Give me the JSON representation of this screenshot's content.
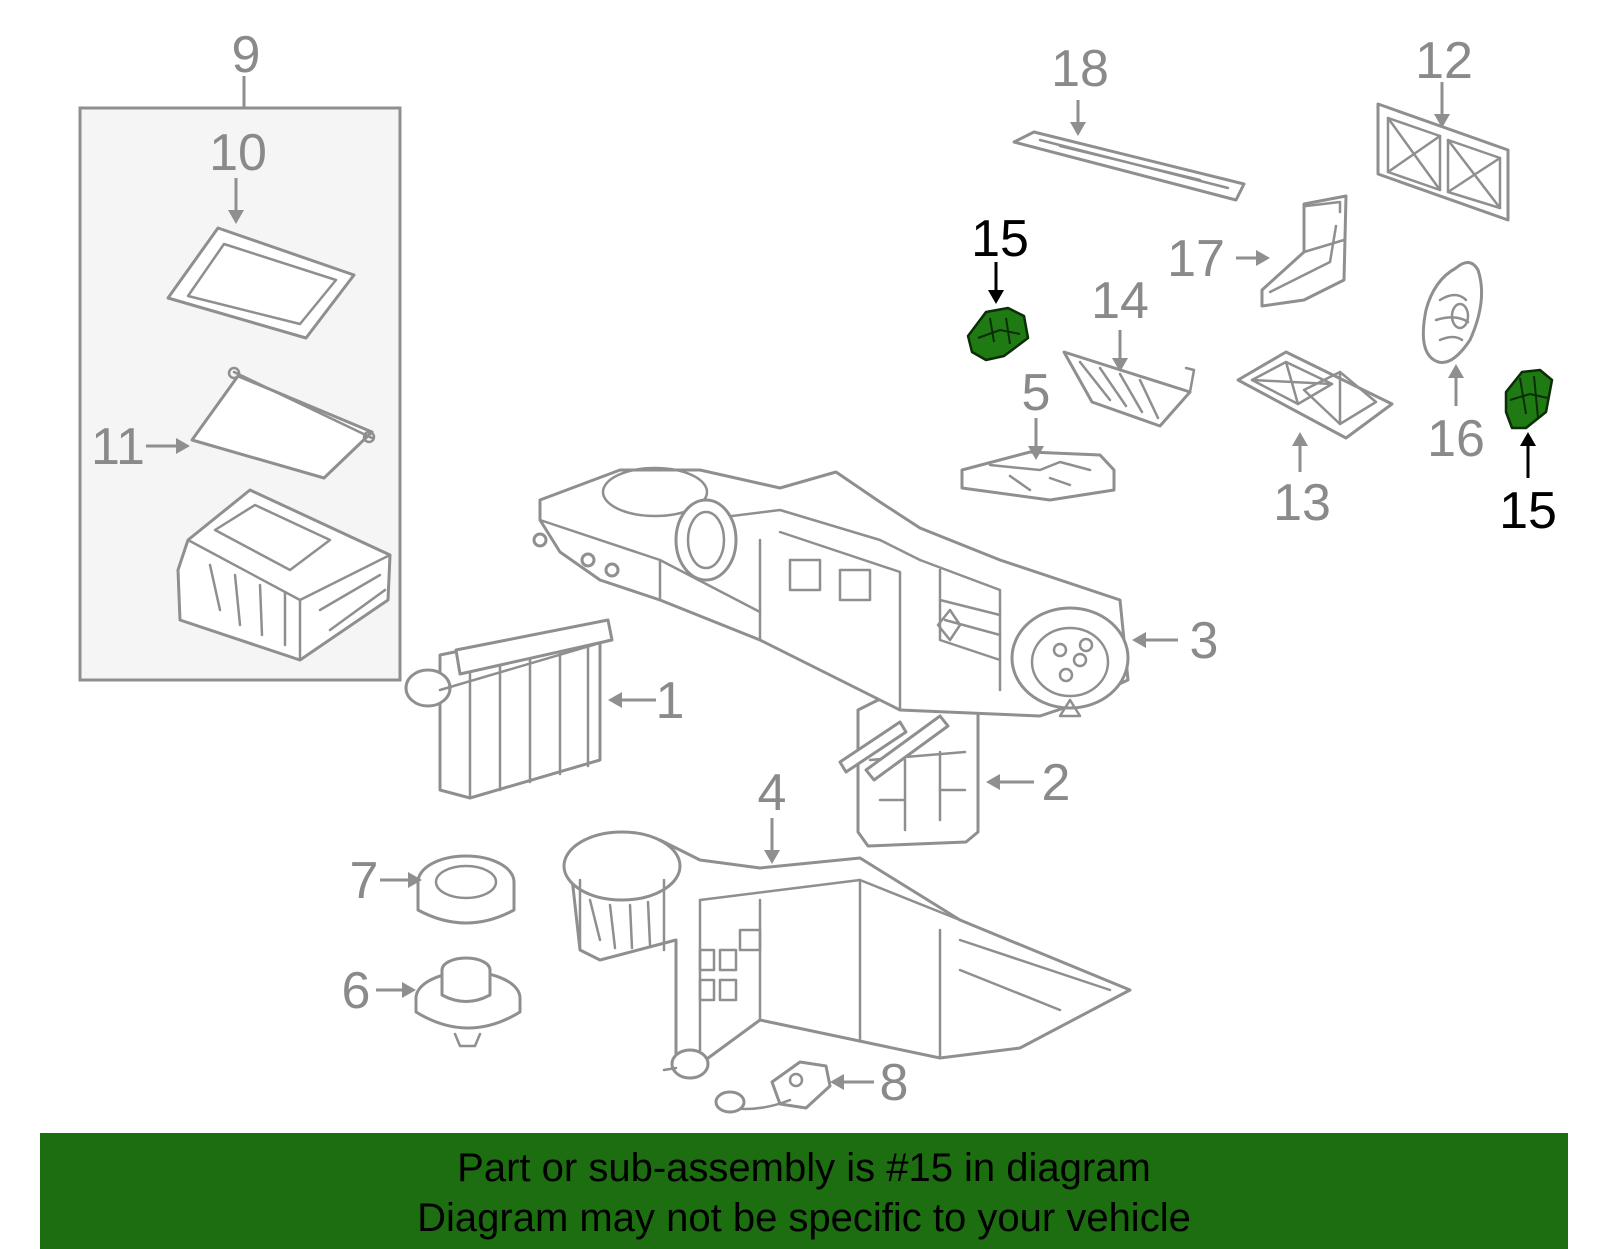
{
  "callouts": {
    "c1": "1",
    "c2": "2",
    "c3": "3",
    "c4": "4",
    "c5": "5",
    "c6": "6",
    "c7": "7",
    "c8": "8",
    "c9": "9",
    "c10": "10",
    "c11": "11",
    "c12": "12",
    "c13": "13",
    "c14": "14",
    "c15a": "15",
    "c15b": "15",
    "c16": "16",
    "c17": "17",
    "c18": "18"
  },
  "highlighted_part": "15",
  "colors": {
    "banner_background": "#1c6e10",
    "highlight_part": "#1f7a14",
    "line_art": "#8f8f8f",
    "callout_text": "#8a8a8a",
    "highlight_text": "#000000"
  },
  "banner": {
    "line1": "Part or sub-assembly is #15 in diagram",
    "line2": "Diagram may not be specific to your vehicle"
  }
}
